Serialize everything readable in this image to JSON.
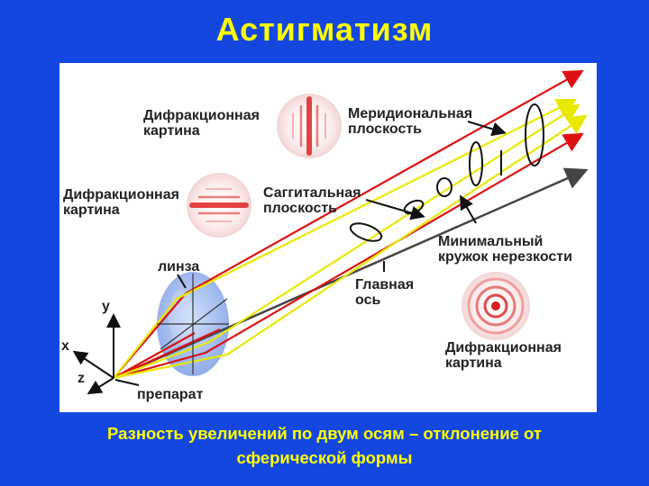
{
  "title": "Астигматизм",
  "labels": {
    "diffraction_top": "Дифракционная\nкартина",
    "diffraction_mid": "Дифракционная\nкартина",
    "diffraction_bottom": "Дифракционная\nкартина",
    "meridional": "Меридиональная\nплоскость",
    "sagittal": "Саггитальная\nплоскость",
    "min_circle": "Минимальный\nкружок нерезкости",
    "main_axis": "Главная\nось",
    "lens": "линза",
    "specimen": "препарат",
    "axis_x": "x",
    "axis_y": "y",
    "axis_z": "z"
  },
  "caption": "Разность увеличений по двум осям – отклонение от\nсферической формы",
  "colors": {
    "background": "#1447e0",
    "title": "#ffff00",
    "red_ray": "#dd1111",
    "yellow_ray": "#e8e800",
    "axis": "#444444",
    "lens": "#8fb0ee"
  }
}
